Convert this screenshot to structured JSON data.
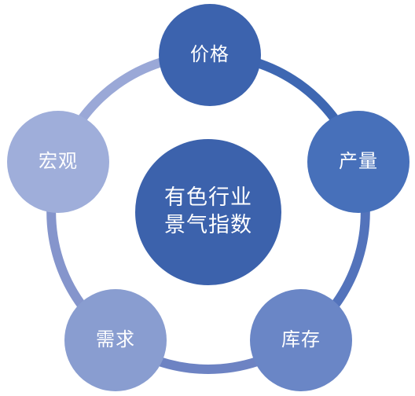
{
  "center": {
    "line1": "有色行业",
    "line2": "景气指数",
    "color": "#3C62AC"
  },
  "nodes": [
    {
      "key": "price",
      "label": "价格",
      "color": "#3C63AE"
    },
    {
      "key": "output",
      "label": "产量",
      "color": "#4770BA"
    },
    {
      "key": "inventory",
      "label": "库存",
      "color": "#6A86C6"
    },
    {
      "key": "demand",
      "label": "需求",
      "color": "#899DD0"
    },
    {
      "key": "macro",
      "label": "宏观",
      "color": "#9FAEDA"
    }
  ],
  "ring_colors": {
    "price_to_output": "#3E67B2",
    "output_to_inventory": "#5373BB",
    "inventory_to_demand": "#6D83C3",
    "demand_to_macro": "#8595CC",
    "macro_to_price": "#9AA8D7"
  }
}
